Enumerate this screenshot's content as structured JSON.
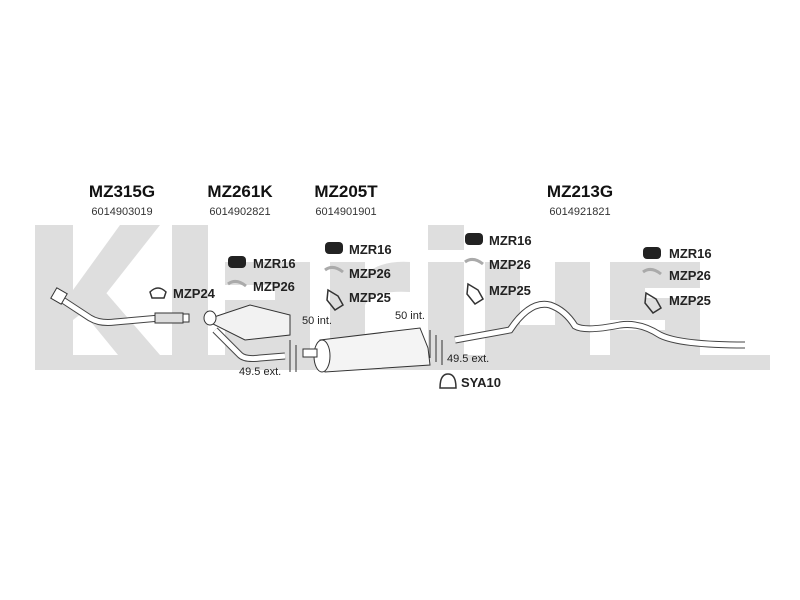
{
  "watermark": {
    "logo_text": "Klarius",
    "color": "#dedede"
  },
  "parts": [
    {
      "code": "MZ315G",
      "number": "6014903019"
    },
    {
      "code": "MZ261K",
      "number": "6014902821"
    },
    {
      "code": "MZ205T",
      "number": "6014901901"
    },
    {
      "code": "MZ213G",
      "number": "6014921821"
    }
  ],
  "fittings": {
    "group1": [
      "MZP24"
    ],
    "group2": [
      "MZR16",
      "MZP26"
    ],
    "group3": [
      "MZR16",
      "MZP26",
      "MZP25"
    ],
    "group4": [
      "MZR16",
      "MZP26",
      "MZP25"
    ],
    "group5": [
      "MZR16",
      "MZP26",
      "MZP25"
    ],
    "clamp": "SYA10"
  },
  "dimensions": {
    "int1": "50 int.",
    "ext1": "49.5 ext.",
    "int2": "50 int.",
    "ext2": "49.5 ext."
  }
}
